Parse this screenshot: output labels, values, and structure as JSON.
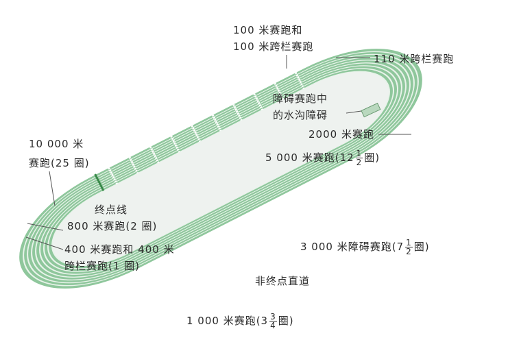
{
  "colors": {
    "track": "#8fc79c",
    "lane_line": "#e8f3ea",
    "infield": "#eef2ef",
    "finish_line": "#3a8a4a",
    "leader": "#555555"
  },
  "labels": {
    "sprint_100_line1": "100 米赛跑和",
    "sprint_100_line2": "100 米跨栏赛跑",
    "hurdles_110": "110 米跨栏赛跑",
    "steeple_water_line1": "障碍赛跑中",
    "steeple_water_line2": "的水沟障碍",
    "run_2000": "2000 米赛跑",
    "run_5000": {
      "prefix": "5 000 米赛跑(12",
      "num": "1",
      "den": "2",
      "suffix": "圈)"
    },
    "run_10000_line1": "10 000 米",
    "run_10000_line2": "赛跑(25 圈)",
    "finish_line": "终点线",
    "run_800": "800 米赛跑(2 圈)",
    "run_400_line1": "400 米赛跑和 400 米",
    "run_400_line2": "跨栏赛跑(1 圈)",
    "steeple_3000": {
      "prefix": "3 000 米障碍赛跑(7",
      "num": "1",
      "den": "2",
      "suffix": "圈)"
    },
    "back_straight": "非终点直道",
    "run_1000": {
      "prefix": "1 000 米赛跑(3",
      "num": "3",
      "den": "4",
      "suffix": "圈)"
    }
  }
}
